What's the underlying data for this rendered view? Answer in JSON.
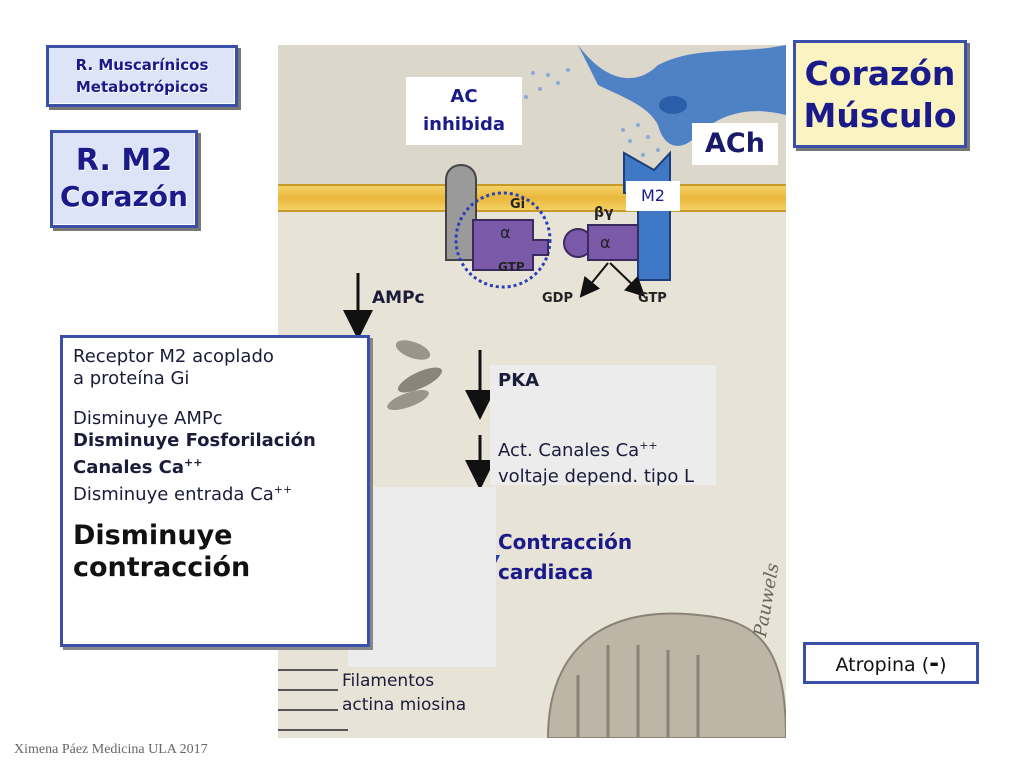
{
  "top_left_box": {
    "line1": "R. Muscarínicos",
    "line2": "Metabotrópicos"
  },
  "receptor_box": {
    "line1": "R. M2",
    "line2": "Corazón"
  },
  "title_box": {
    "line1": "Corazón",
    "line2": "Músculo"
  },
  "diagram": {
    "ac_inhibida": {
      "line1": "AC",
      "line2": "inhibida"
    },
    "ach": "ACh",
    "m2": "M2",
    "gi": "Gi",
    "alpha": "α",
    "beta_gamma": "βγ",
    "gtp_left": "GTP",
    "gdp": "GDP",
    "gtp_right": "GTP",
    "ampc": "AMPc",
    "pka": "PKA",
    "canales": {
      "line1": "Act. Canales Ca",
      "sup1": "++",
      "line2": "voltaje depend. tipo L"
    },
    "contraccion": {
      "line1": "Contracción",
      "line2": "cardiaca"
    },
    "filamentos": {
      "line1": "Filamentos",
      "line2": "actina miosina"
    },
    "signature": "Pauwels"
  },
  "info_panel": {
    "line1": "Receptor M2 acoplado",
    "line2": "a proteína Gi",
    "line3": "Disminuye  AMPc",
    "line4": "Disminuye Fosforilación",
    "line5a": "Canales Ca",
    "line5sup": "++",
    "line6a": "Disminuye entrada Ca",
    "line6sup": "++",
    "big1": "Disminuye",
    "big2": "contracción"
  },
  "atropina": {
    "label": "Atropina (",
    "sign": "-",
    "close": ")"
  },
  "footer": "Ximena Páez Medicina ULA 2017",
  "colors": {
    "title_blue": "#1a1a8a",
    "box_border": "#3a4fa8",
    "box_fill_blue": "#dde4f7",
    "box_fill_yellow": "#fbf3c2",
    "membrane_yellow": "#f2c84a",
    "receptor_blue": "#3f78c4",
    "g_protein_purple": "#7a5aa8",
    "arrow_blue": "#2a3fb8"
  }
}
